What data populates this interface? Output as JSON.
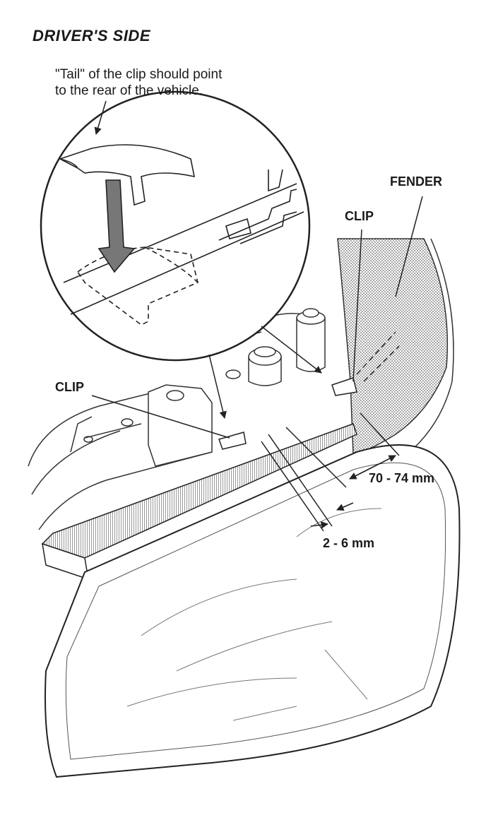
{
  "diagram": {
    "title": "DRIVER'S SIDE",
    "note_line1": "\"Tail\" of the clip should point",
    "note_line2": "to the rear of the vehicle.",
    "labels": {
      "fender": "FENDER",
      "clip_upper": "CLIP",
      "clip_lower": "CLIP",
      "dim_outer": "70 - 74 mm",
      "dim_inner": "2 - 6 mm"
    }
  }
}
